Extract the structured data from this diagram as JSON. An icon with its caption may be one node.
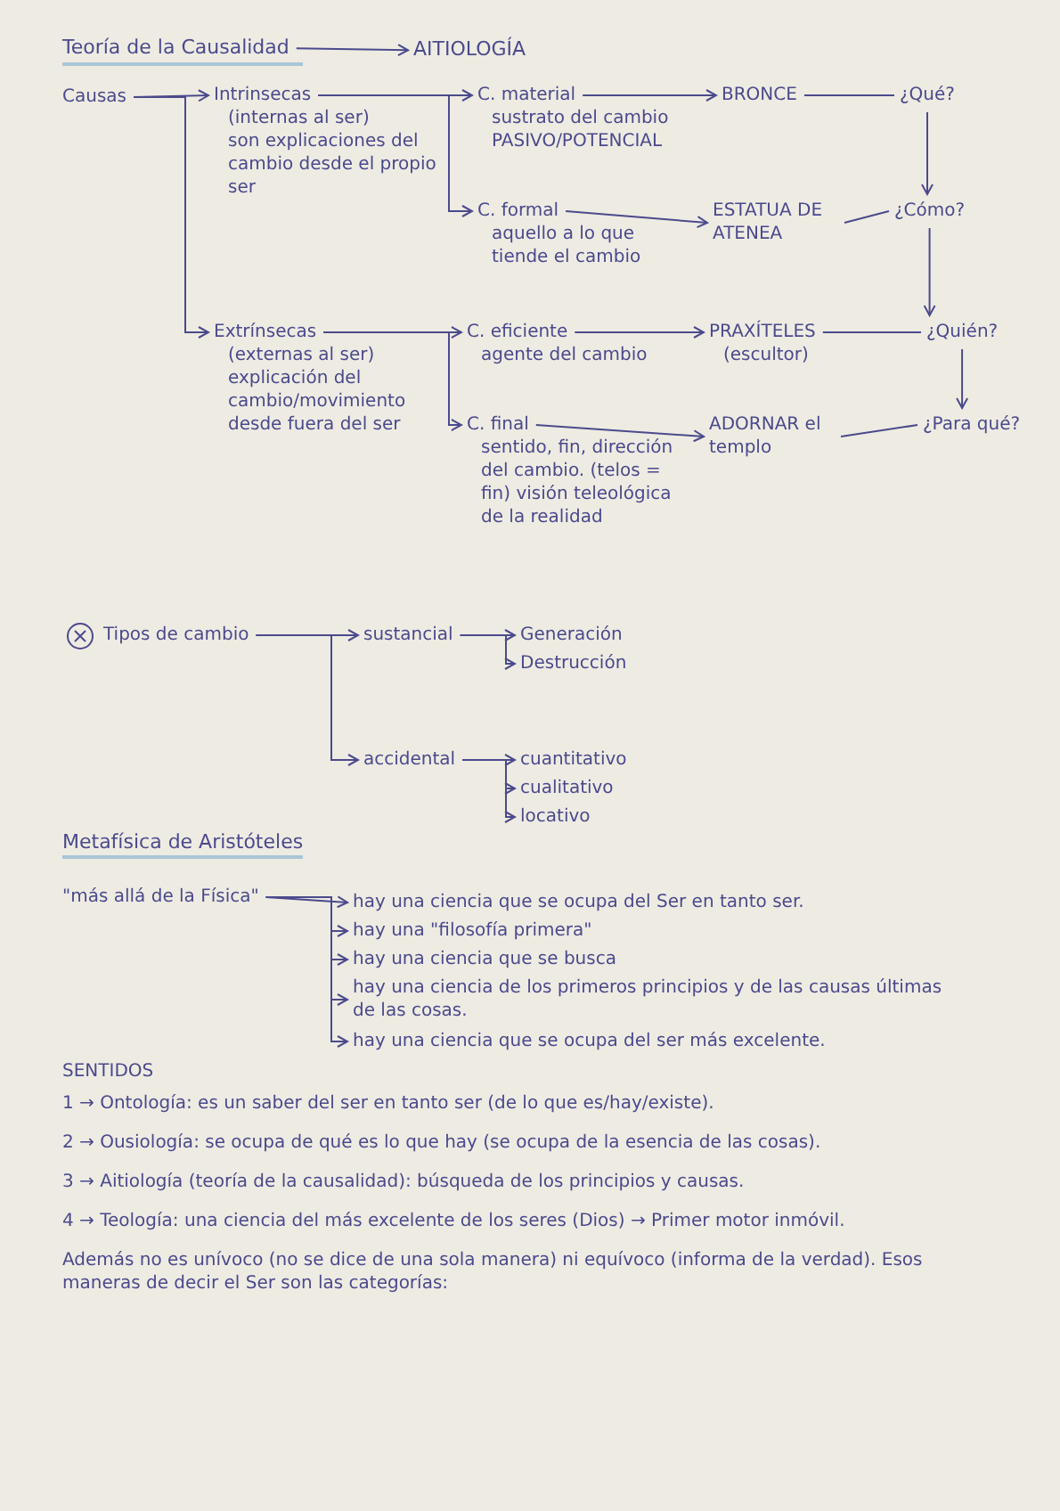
{
  "diagram": {
    "nodes": [
      {
        "text": [
          "Teoría de la Causalidad"
        ]
      },
      {
        "text": [
          "AITIOLOGÍA"
        ]
      },
      {
        "text": [
          "Causas"
        ]
      },
      {
        "text": [
          "Intrinsecas",
          "(internas al ser)",
          "son explicaciones del cambio desde el propio ser"
        ]
      },
      {
        "text": [
          "C. material",
          "sustrato del cambio",
          "PASIVO/POTENCIAL"
        ]
      },
      {
        "text": [
          "BRONCE"
        ]
      },
      {
        "text": [
          "¿Qué?"
        ]
      },
      {
        "text": [
          "C. formal",
          "aquello a lo que tiende el cambio"
        ]
      },
      {
        "text": [
          "ESTATUA DE ATENEA"
        ]
      },
      {
        "text": [
          "¿Cómo?"
        ]
      },
      {
        "text": [
          "Extrínsecas",
          "(externas al ser)",
          "explicación del cambio/movimiento desde fuera del ser"
        ]
      },
      {
        "text": [
          "C. eficiente",
          "agente del cambio"
        ]
      },
      {
        "text": [
          "PRAXÍTELES",
          "(escultor)"
        ]
      },
      {
        "text": [
          "¿Quién?"
        ]
      },
      {
        "text": [
          "C. final",
          "sentido, fin, dirección del cambio. (telos = fin) visión teleológica de la realidad"
        ]
      },
      {
        "text": [
          "ADORNAR el templo"
        ]
      },
      {
        "text": [
          "¿Para qué?"
        ]
      },
      {
        "text": [
          "Tipos de cambio"
        ]
      },
      {
        "text": [
          "sustancial"
        ]
      },
      {
        "text": [
          "Generación"
        ]
      },
      {
        "text": [
          "Destrucción"
        ]
      },
      {
        "text": [
          "accidental"
        ]
      },
      {
        "text": [
          "cuantitativo"
        ]
      },
      {
        "text": [
          "cualitativo"
        ]
      },
      {
        "text": [
          "locativo"
        ]
      },
      {
        "text": [
          "\"más allá de la Física\""
        ]
      },
      {
        "text": [
          "hay una ciencia que se ocupa del Ser en tanto ser."
        ]
      },
      {
        "text": [
          "hay una \"filosofía primera\""
        ]
      },
      {
        "text": [
          "hay una ciencia que se busca"
        ]
      },
      {
        "text": [
          "hay una ciencia de los primeros principios y de las causas últimas de las cosas."
        ]
      },
      {
        "text": [
          "hay una ciencia que se ocupa del ser más excelente."
        ]
      }
    ],
    "edges": [
      {
        "from": 0,
        "to": 1,
        "arrow": "to"
      },
      {
        "from": 2,
        "to": 3,
        "arrow": "to"
      },
      {
        "from": 2,
        "to": 10,
        "arrow": "to"
      },
      {
        "from": 3,
        "to": 4,
        "arrow": "to"
      },
      {
        "from": 3,
        "to": 7,
        "arrow": "to"
      },
      {
        "from": 4,
        "to": 5,
        "arrow": "to"
      },
      {
        "from": 5,
        "to": 6,
        "arrow": "none"
      },
      {
        "from": 6,
        "to": 9,
        "arrow": "to"
      },
      {
        "from": 7,
        "to": 8,
        "arrow": "to"
      },
      {
        "from": 8,
        "to": 9,
        "arrow": "none"
      },
      {
        "from": 9,
        "to": 13,
        "arrow": "to"
      },
      {
        "from": 10,
        "to": 11,
        "arrow": "to"
      },
      {
        "from": 10,
        "to": 14,
        "arrow": "to"
      },
      {
        "from": 11,
        "to": 12,
        "arrow": "to"
      },
      {
        "from": 12,
        "to": 13,
        "arrow": "none"
      },
      {
        "from": 13,
        "to": 16,
        "arrow": "to"
      },
      {
        "from": 14,
        "to": 15,
        "arrow": "to"
      },
      {
        "from": 15,
        "to": 16,
        "arrow": "none"
      },
      {
        "from": 17,
        "to": 18,
        "arrow": "to"
      },
      {
        "from": 17,
        "to": 21,
        "arrow": "to"
      },
      {
        "from": 18,
        "to": 19,
        "arrow": "to"
      },
      {
        "from": 18,
        "to": 20,
        "arrow": "to"
      },
      {
        "from": 21,
        "to": 22,
        "arrow": "to"
      },
      {
        "from": 21,
        "to": 23,
        "arrow": "to"
      },
      {
        "from": 21,
        "to": 24,
        "arrow": "to"
      },
      {
        "from": 25,
        "to": 26,
        "arrow": "to"
      },
      {
        "from": 25,
        "to": 27,
        "arrow": "to"
      },
      {
        "from": 25,
        "to": 28,
        "arrow": "to"
      },
      {
        "from": 25,
        "to": 29,
        "arrow": "to"
      },
      {
        "from": 25,
        "to": 30,
        "arrow": "to"
      }
    ],
    "labels": [
      "Metafísica de Aristóteles",
      "SENTIDOS",
      "1 → Ontología: es un saber del ser en tanto ser (de lo que es/hay/existe).",
      "2 → Ousiología: se ocupa de qué es lo que hay (se ocupa de la esencia de las cosas).",
      "3 → Aitiología (teoría de la causalidad): búsqueda de los principios y causas.",
      "4 → Teología: una ciencia del más excelente de los seres (Dios) → Primer motor inmóvil.",
      "Además no es unívoco (no se dice de una sola manera) ni equívoco (informa de la verdad). Esos maneras de decir el Ser son las categorías:"
    ]
  }
}
